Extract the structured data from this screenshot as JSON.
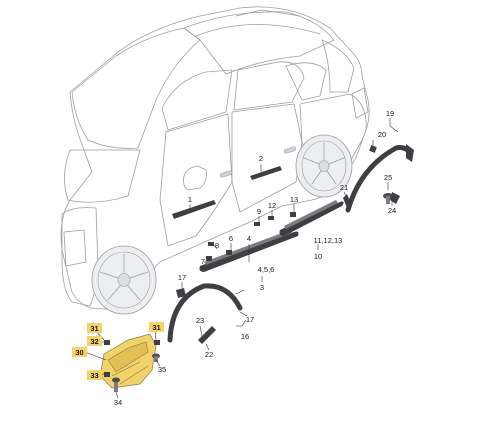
{
  "colors": {
    "car_fill": "#eef0f2",
    "car_line": "#9a9fa6",
    "glass": "#dfe3e7",
    "part_fill": "#3d3f42",
    "part_shade": "#7a7d80",
    "highlight_part": "#f2d36b",
    "highlight_label": "#f3d36a"
  },
  "callouts": [
    {
      "id": "c1",
      "text": "1"
    },
    {
      "id": "c2",
      "text": "2"
    },
    {
      "id": "c3",
      "text": "3"
    },
    {
      "id": "c4",
      "text": "4"
    },
    {
      "id": "c4b",
      "text": "4,5,6"
    },
    {
      "id": "c6",
      "text": "6"
    },
    {
      "id": "c7",
      "text": "7"
    },
    {
      "id": "c8",
      "text": "8"
    },
    {
      "id": "c9",
      "text": "9"
    },
    {
      "id": "c10",
      "text": "10"
    },
    {
      "id": "c11",
      "text": "11,12,13"
    },
    {
      "id": "c12",
      "text": "12"
    },
    {
      "id": "c13",
      "text": "13"
    },
    {
      "id": "c16",
      "text": "16"
    },
    {
      "id": "c17a",
      "text": "17"
    },
    {
      "id": "c17b",
      "text": "17"
    },
    {
      "id": "c19",
      "text": "19"
    },
    {
      "id": "c20",
      "text": "20"
    },
    {
      "id": "c21",
      "text": "21"
    },
    {
      "id": "c22",
      "text": "22"
    },
    {
      "id": "c23",
      "text": "23"
    },
    {
      "id": "c24",
      "text": "24"
    },
    {
      "id": "c25",
      "text": "25"
    },
    {
      "id": "c30",
      "text": "30"
    },
    {
      "id": "c31a",
      "text": "31"
    },
    {
      "id": "c31b",
      "text": "31"
    },
    {
      "id": "c32",
      "text": "32"
    },
    {
      "id": "c33",
      "text": "33"
    },
    {
      "id": "c34",
      "text": "34"
    },
    {
      "id": "c35",
      "text": "35"
    }
  ]
}
